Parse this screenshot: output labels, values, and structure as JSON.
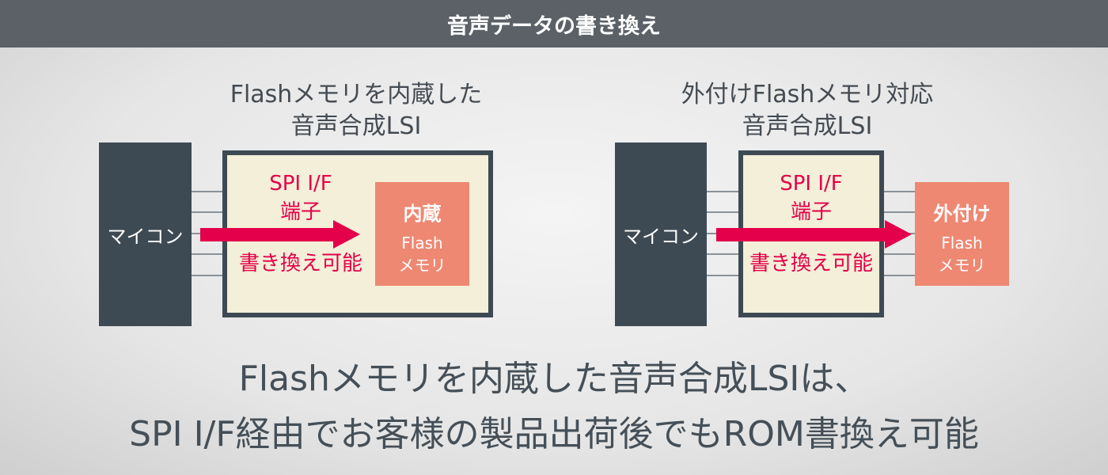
{
  "header": {
    "title": "音声データの書き換え"
  },
  "left": {
    "title_line1": "Flashメモリを内蔵した",
    "title_line2": "音声合成LSI",
    "mcu": "マイコン",
    "spi": "SPI I/F",
    "terminal": "端子",
    "rewritable": "書き換え可能",
    "flash_title": "内蔵",
    "flash_line1": "Flash",
    "flash_line2": "メモリ"
  },
  "right": {
    "title_line1": "外付けFlashメモリ対応",
    "title_line2": "音声合成LSI",
    "mcu": "マイコン",
    "spi": "SPI I/F",
    "terminal": "端子",
    "rewritable": "書き換え可能",
    "flash_title": "外付け",
    "flash_line1": "Flash",
    "flash_line2": "メモリ"
  },
  "summary": {
    "line1": "Flashメモリを内蔵した音声合成LSIは、",
    "line2": "SPI I/F経由でお客様の製品出荷後でもROM書換え可能"
  },
  "colors": {
    "header": "#5b6167",
    "box": "#3e4a53",
    "accent": "#e4004a",
    "flash": "#ee8872"
  }
}
